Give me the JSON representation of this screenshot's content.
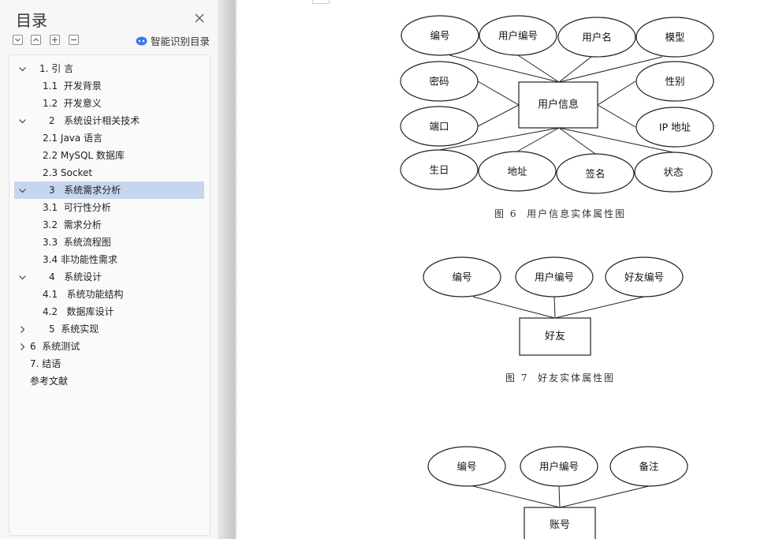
{
  "sidebar": {
    "title": "目录",
    "ai_label": "智能识别目录",
    "toolbar": [
      "collapse-all",
      "expand-level",
      "add",
      "remove"
    ],
    "items": [
      {
        "label": "1. 引 言",
        "chevron": "down",
        "selected": false
      },
      {
        "label": "1.1  开发背景",
        "chevron": "none",
        "selected": false
      },
      {
        "label": "1.2  开发意义",
        "chevron": "none",
        "selected": false
      },
      {
        "label": "2   系统设计相关技术",
        "chevron": "down",
        "selected": false
      },
      {
        "label": "2.1 Java 语言",
        "chevron": "none",
        "selected": false
      },
      {
        "label": "2.2 MySQL 数据库",
        "chevron": "none",
        "selected": false
      },
      {
        "label": "2.3 Socket",
        "chevron": "none",
        "selected": false
      },
      {
        "label": "3   系统需求分析",
        "chevron": "down",
        "selected": true
      },
      {
        "label": "3.1  可行性分析",
        "chevron": "none",
        "selected": false
      },
      {
        "label": "3.2  需求分析",
        "chevron": "none",
        "selected": false
      },
      {
        "label": "3.3  系统流程图",
        "chevron": "none",
        "selected": false
      },
      {
        "label": "3.4 非功能性需求",
        "chevron": "none",
        "selected": false
      },
      {
        "label": "4   系统设计",
        "chevron": "down",
        "selected": false
      },
      {
        "label": "4.1   系统功能结构",
        "chevron": "none",
        "selected": false
      },
      {
        "label": "4.2   数据库设计",
        "chevron": "none",
        "selected": false
      },
      {
        "label": "5  系统实现",
        "chevron": "right",
        "selected": false
      },
      {
        "label": "6  系统测试",
        "chevron": "right",
        "selected": false
      },
      {
        "label": "7. 结语",
        "chevron": "none",
        "selected": false
      },
      {
        "label": "参考文献",
        "chevron": "none",
        "selected": false
      }
    ]
  },
  "document": {
    "figures": [
      {
        "entity": "用户信息",
        "attributes": [
          "编号",
          "用户编号",
          "用户名",
          "模型",
          "密码",
          "性别",
          "端口",
          "IP 地址",
          "生日",
          "地址",
          "签名",
          "状态"
        ],
        "caption": "图 6  用户信息实体属性图"
      },
      {
        "entity": "好友",
        "attributes": [
          "编号",
          "用户编号",
          "好友编号"
        ],
        "caption": "图 7  好友实体属性图"
      },
      {
        "entity": "账号",
        "attributes": [
          "编号",
          "用户编号",
          "备注"
        ],
        "caption": ""
      }
    ]
  }
}
